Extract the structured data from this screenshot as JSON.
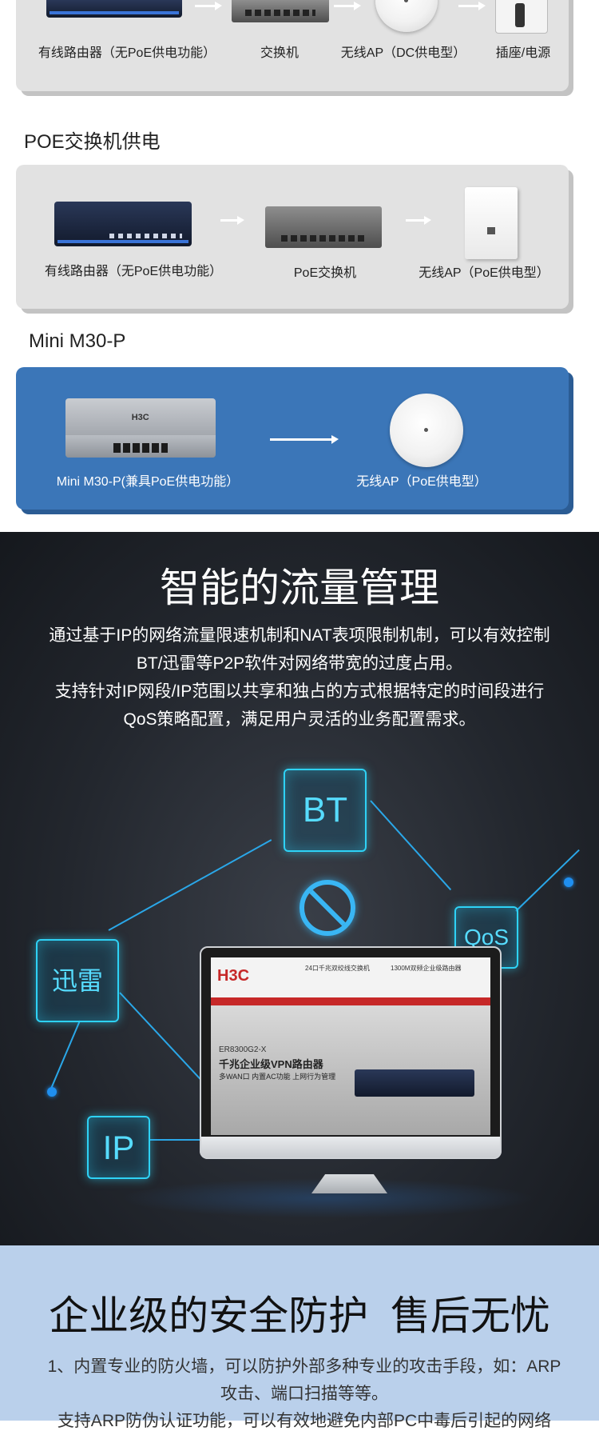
{
  "diagram1": {
    "labels": [
      "有线路由器（无PoE供电功能）",
      "交换机",
      "无线AP（DC供电型）",
      "插座/电源"
    ]
  },
  "diagram2": {
    "heading": "POE交换机供电",
    "labels": [
      "有线路由器（无PoE供电功能）",
      "PoE交换机",
      "无线AP（PoE供电型）"
    ]
  },
  "diagram3": {
    "heading": "Mini M30-P",
    "labels": [
      "Mini M30-P(兼具PoE供电功能）",
      "无线AP（PoE供电型）"
    ]
  },
  "traffic": {
    "title": "智能的流量管理",
    "lines": [
      "通过基于IP的网络流量限速机制和NAT表项限制机制，可以有效控制",
      "BT/迅雷等P2P软件对网络带宽的过度占用。",
      "支持针对IP网段/IP范围以共享和独占的方式根据特定的时间段进行",
      "QoS策略配置，满足用户灵活的业务配置需求。"
    ],
    "nodes": {
      "bt": "BT",
      "xunlei": "迅雷",
      "qos": "QoS",
      "ip": "IP"
    },
    "screen": {
      "logo": "H3C",
      "promo_left": "24口千兆双绞线交换机",
      "promo_right": "1300M双频企业级路由器",
      "model": "ER8300G2-X",
      "headline": "千兆企业级VPN路由器",
      "sub": "多WAN口 内置AC功能 上网行为管理"
    },
    "colors": {
      "node_border": "#2ed2f6",
      "line": "#2aa7e8"
    }
  },
  "security": {
    "title": "企业级的安全防护  售后无忧",
    "lines": [
      "1、内置专业的防火墙，可以防护外部多种专业的攻击手段，如：ARP",
      "攻击、端口扫描等等。",
      "支持ARP防伪认证功能，可以有效地避免内部PC中毒后引起的网络"
    ]
  }
}
